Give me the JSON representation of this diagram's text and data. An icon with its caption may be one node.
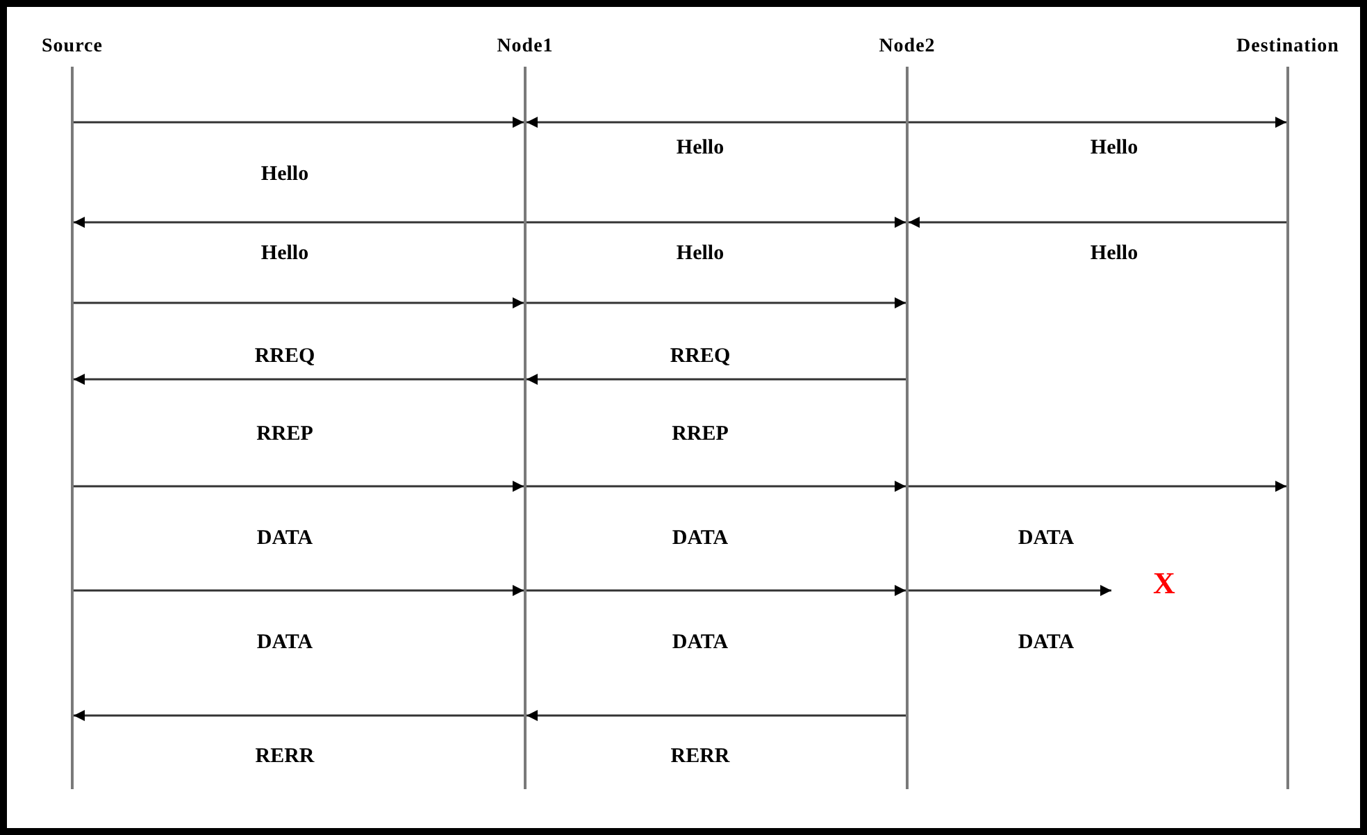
{
  "diagram": {
    "nodes": [
      {
        "text": [
          "Source"
        ]
      },
      {
        "text": [
          "Node1"
        ]
      },
      {
        "text": [
          "Node2"
        ]
      },
      {
        "text": [
          "Destination"
        ]
      }
    ],
    "edges": [
      {
        "from": 0,
        "to": 1,
        "arrow": "to"
      },
      {
        "from": 1,
        "to": 3,
        "arrow": "both"
      },
      {
        "from": 2,
        "to": 0,
        "arrow": "both"
      },
      {
        "from": 3,
        "to": 2,
        "arrow": "to"
      },
      {
        "from": 0,
        "to": 1,
        "arrow": "to"
      },
      {
        "from": 1,
        "to": 2,
        "arrow": "to"
      },
      {
        "from": 1,
        "to": 0,
        "arrow": "to"
      },
      {
        "from": 2,
        "to": 1,
        "arrow": "to"
      },
      {
        "from": 0,
        "to": 1,
        "arrow": "to"
      },
      {
        "from": 1,
        "to": 2,
        "arrow": "to"
      },
      {
        "from": 2,
        "to": 3,
        "arrow": "to"
      },
      {
        "from": 0,
        "to": 1,
        "arrow": "to"
      },
      {
        "from": 1,
        "to": 2,
        "arrow": "to"
      },
      {
        "from": 2,
        "to": null,
        "arrow": "to"
      },
      {
        "from": 1,
        "to": 0,
        "arrow": "to"
      },
      {
        "from": 2,
        "to": 1,
        "arrow": "to"
      }
    ],
    "labels": [
      "Hello",
      "Hello",
      "Hello",
      "Hello",
      "Hello",
      "Hello",
      "RREQ",
      "RREQ",
      "RREP",
      "RREP",
      "DATA",
      "DATA",
      "DATA",
      "X",
      "DATA",
      "DATA",
      "DATA",
      "RERR",
      "RERR"
    ]
  }
}
